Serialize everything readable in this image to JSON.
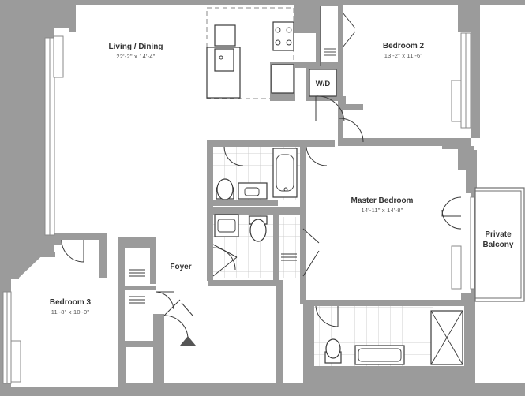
{
  "rooms": {
    "living_dining": {
      "name": "Living / Dining",
      "dims": "22'-2\" x 14'-4\""
    },
    "bedroom2": {
      "name": "Bedroom 2",
      "dims": "13'-2\" x 11'-6\""
    },
    "master": {
      "name": "Master Bedroom",
      "dims": "14'-11\" x 14'-8\""
    },
    "bedroom3": {
      "name": "Bedroom 3",
      "dims": "11'-8\" x 10'-0\""
    },
    "foyer": {
      "name": "Foyer"
    },
    "balcony": {
      "line1": "Private",
      "line2": "Balcony"
    }
  },
  "fixtures": {
    "washer_dryer": "W/D"
  },
  "icons": {
    "entry": "entry-arrow-icon"
  },
  "colors": {
    "wall": "#9b9b9b",
    "tile_grid": "#c4c4c4",
    "line": "#3a3a3a"
  }
}
